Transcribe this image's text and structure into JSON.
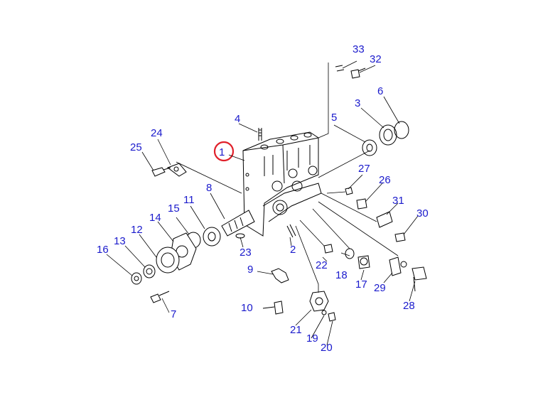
{
  "diagram": {
    "highlighted_part": "1",
    "part_labels": [
      "1",
      "2",
      "3",
      "4",
      "5",
      "6",
      "7",
      "8",
      "9",
      "10",
      "11",
      "12",
      "13",
      "14",
      "15",
      "16",
      "17",
      "18",
      "19",
      "20",
      "21",
      "22",
      "23",
      "24",
      "25",
      "26",
      "27",
      "28",
      "29",
      "30",
      "31",
      "32",
      "33"
    ],
    "colors": {
      "label": "#1a1acc",
      "highlight": "#e0202a",
      "lines": "#000000"
    }
  }
}
